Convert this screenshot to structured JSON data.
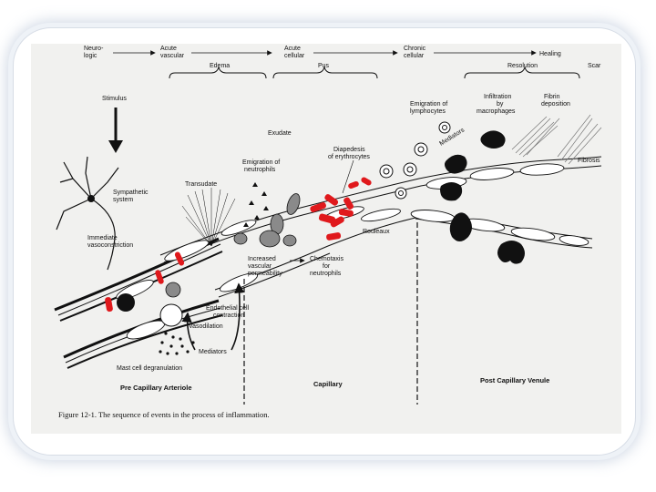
{
  "stages": {
    "neurologic": [
      "Neuro-",
      "logic"
    ],
    "acute_vascular": [
      "Acute",
      "vascular"
    ],
    "acute_cellular": [
      "Acute",
      "cellular"
    ],
    "chronic_cellular": [
      "Chronic",
      "cellular"
    ],
    "healing": "Healing",
    "scar": "Scar"
  },
  "braces": {
    "edema": "Edema",
    "pus": "Pus",
    "resolution": "Resolution"
  },
  "labels": {
    "stimulus": "Stimulus",
    "sympathetic": [
      "Sympathetic",
      "system"
    ],
    "vasoconstriction": [
      "Immediate",
      "vasoconstriction"
    ],
    "transudate": "Transudate",
    "exudate": "Exudate",
    "emig_neutrophils": [
      "Emigration of",
      "neutrophils"
    ],
    "diapedesis": [
      "Diapedesis",
      "of erythrocytes"
    ],
    "emig_lymphocytes": [
      "Emigration of",
      "lymphocytes"
    ],
    "mediators_top": "Mediators",
    "infiltration": [
      "Infiltration",
      "by",
      "macrophages"
    ],
    "fibrin": [
      "Fibrin",
      "deposition"
    ],
    "fibrosis": "Fibrosis",
    "rouleaux": "Rouleaux",
    "increased_perm": [
      "Increased",
      "vascular",
      "permeability"
    ],
    "chemotaxis": [
      "Chemotaxis",
      "for",
      "neutrophils"
    ],
    "endothelial": [
      "Endothelial cell",
      "contraction"
    ],
    "vasodilation": "Vasodilation",
    "mediators_bottom": "Mediators",
    "mast_cell": "Mast cell degranulation"
  },
  "sections": {
    "arteriole": "Pre Capillary Arteriole",
    "capillary": "Capillary",
    "venule": "Post Capillary Venule"
  },
  "caption": "Figure 12-1. The sequence of events in the process of inflammation.",
  "colors": {
    "erythrocyte": "#e0191c",
    "frame_glow": "#cfd8e6",
    "ink": "#111111",
    "sheet": "#f1f1ef"
  }
}
